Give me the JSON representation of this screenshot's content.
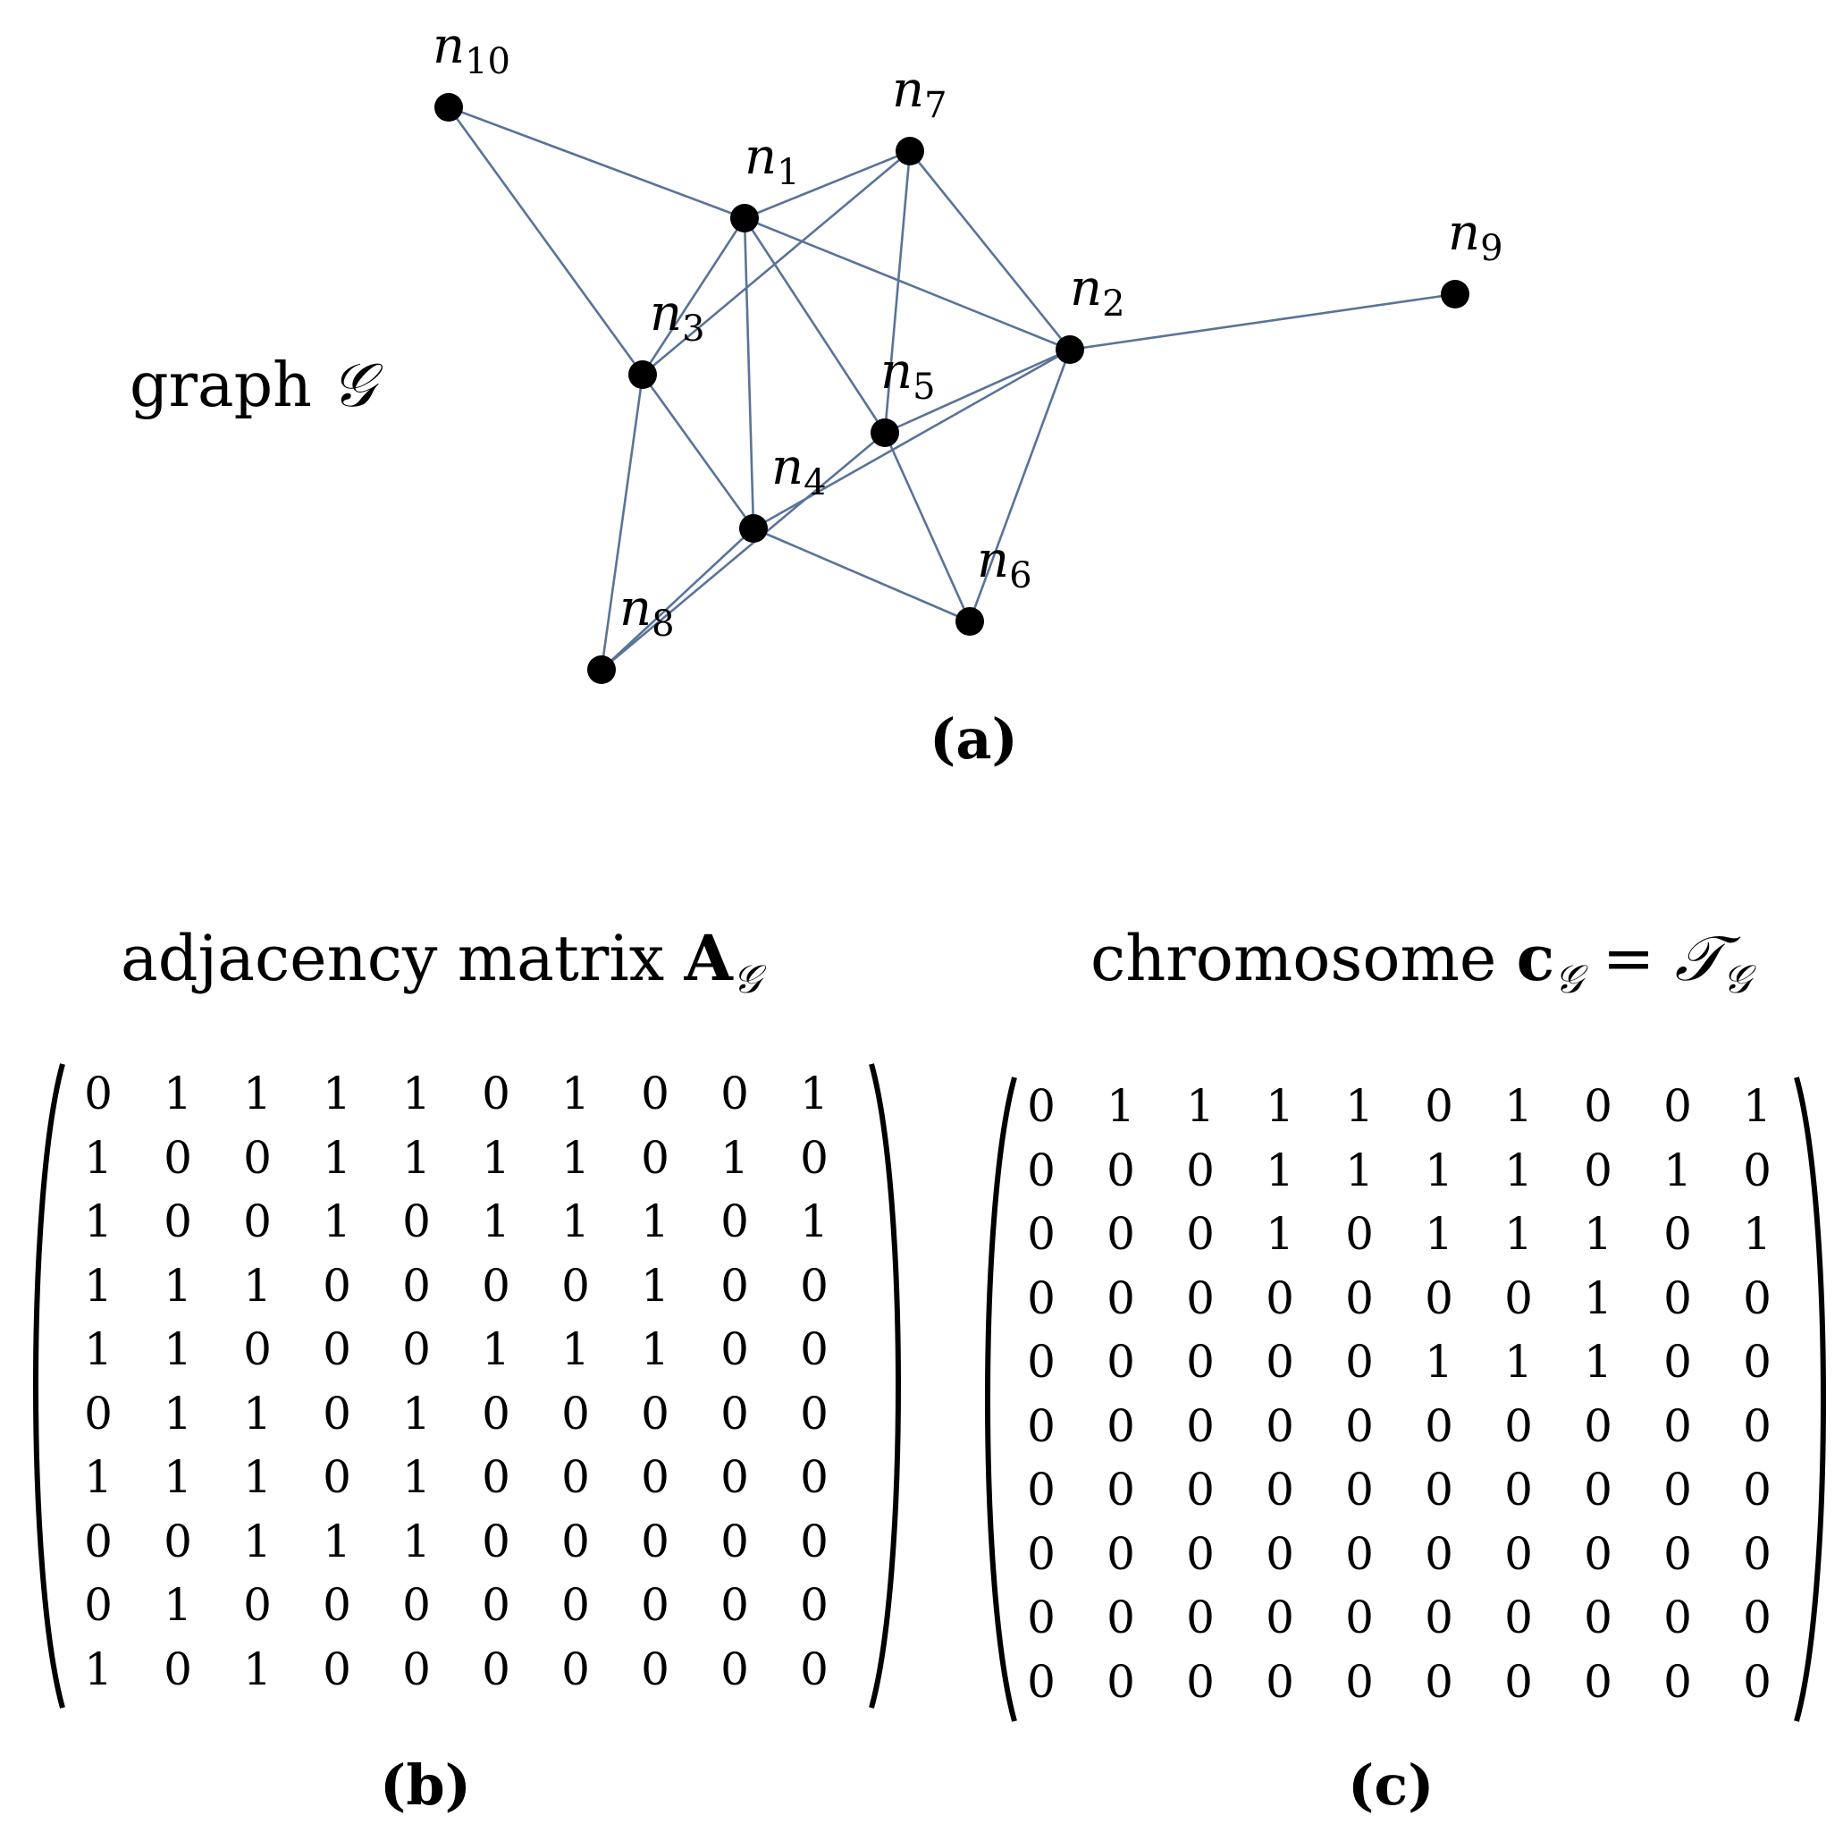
{
  "graph": {
    "caption_text": "graph",
    "caption_symbol": "𝒢",
    "panel_label": "(a)",
    "nodes": [
      {
        "id": "n1",
        "name": "n",
        "sub": "1"
      },
      {
        "id": "n2",
        "name": "n",
        "sub": "2"
      },
      {
        "id": "n3",
        "name": "n",
        "sub": "3"
      },
      {
        "id": "n4",
        "name": "n",
        "sub": "4"
      },
      {
        "id": "n5",
        "name": "n",
        "sub": "5"
      },
      {
        "id": "n6",
        "name": "n",
        "sub": "6"
      },
      {
        "id": "n7",
        "name": "n",
        "sub": "7"
      },
      {
        "id": "n8",
        "name": "n",
        "sub": "8"
      },
      {
        "id": "n9",
        "name": "n",
        "sub": "9"
      },
      {
        "id": "n10",
        "name": "n",
        "sub": "10"
      }
    ],
    "edges": [
      [
        "n1",
        "n2"
      ],
      [
        "n1",
        "n3"
      ],
      [
        "n1",
        "n4"
      ],
      [
        "n1",
        "n5"
      ],
      [
        "n1",
        "n7"
      ],
      [
        "n1",
        "n10"
      ],
      [
        "n2",
        "n4"
      ],
      [
        "n2",
        "n5"
      ],
      [
        "n2",
        "n6"
      ],
      [
        "n2",
        "n7"
      ],
      [
        "n2",
        "n9"
      ],
      [
        "n3",
        "n4"
      ],
      [
        "n3",
        "n7"
      ],
      [
        "n3",
        "n8"
      ],
      [
        "n3",
        "n10"
      ],
      [
        "n4",
        "n6"
      ],
      [
        "n4",
        "n8"
      ],
      [
        "n5",
        "n6"
      ],
      [
        "n5",
        "n7"
      ],
      [
        "n5",
        "n8"
      ]
    ]
  },
  "adjacency": {
    "title_text": "adjacency matrix",
    "title_symbol": "A",
    "title_subscript": "𝒢",
    "panel_label": "(b)",
    "rows": [
      [
        "0",
        "1",
        "1",
        "1",
        "1",
        "0",
        "1",
        "0",
        "0",
        "1"
      ],
      [
        "1",
        "0",
        "0",
        "1",
        "1",
        "1",
        "1",
        "0",
        "1",
        "0"
      ],
      [
        "1",
        "0",
        "0",
        "1",
        "0",
        "1",
        "1",
        "1",
        "0",
        "1"
      ],
      [
        "1",
        "1",
        "1",
        "0",
        "0",
        "0",
        "0",
        "1",
        "0",
        "0"
      ],
      [
        "1",
        "1",
        "0",
        "0",
        "0",
        "1",
        "1",
        "1",
        "0",
        "0"
      ],
      [
        "0",
        "1",
        "1",
        "0",
        "1",
        "0",
        "0",
        "0",
        "0",
        "0"
      ],
      [
        "1",
        "1",
        "1",
        "0",
        "1",
        "0",
        "0",
        "0",
        "0",
        "0"
      ],
      [
        "0",
        "0",
        "1",
        "1",
        "1",
        "0",
        "0",
        "0",
        "0",
        "0"
      ],
      [
        "0",
        "1",
        "0",
        "0",
        "0",
        "0",
        "0",
        "0",
        "0",
        "0"
      ],
      [
        "1",
        "0",
        "1",
        "0",
        "0",
        "0",
        "0",
        "0",
        "0",
        "0"
      ]
    ]
  },
  "chromosome": {
    "title_text": "chromosome",
    "title_symbol": "c",
    "title_subscript": "𝒢",
    "title_equals": "=",
    "title_rhs": "𝒯",
    "title_rhs_subscript": "𝒢",
    "panel_label": "(c)",
    "rows": [
      [
        "0",
        "1",
        "1",
        "1",
        "1",
        "0",
        "1",
        "0",
        "0",
        "1"
      ],
      [
        "0",
        "0",
        "0",
        "1",
        "1",
        "1",
        "1",
        "0",
        "1",
        "0"
      ],
      [
        "0",
        "0",
        "0",
        "1",
        "0",
        "1",
        "1",
        "1",
        "0",
        "1"
      ],
      [
        "0",
        "0",
        "0",
        "0",
        "0",
        "0",
        "0",
        "1",
        "0",
        "0"
      ],
      [
        "0",
        "0",
        "0",
        "0",
        "0",
        "1",
        "1",
        "1",
        "0",
        "0"
      ],
      [
        "0",
        "0",
        "0",
        "0",
        "0",
        "0",
        "0",
        "0",
        "0",
        "0"
      ],
      [
        "0",
        "0",
        "0",
        "0",
        "0",
        "0",
        "0",
        "0",
        "0",
        "0"
      ],
      [
        "0",
        "0",
        "0",
        "0",
        "0",
        "0",
        "0",
        "0",
        "0",
        "0"
      ],
      [
        "0",
        "0",
        "0",
        "0",
        "0",
        "0",
        "0",
        "0",
        "0",
        "0"
      ],
      [
        "0",
        "0",
        "0",
        "0",
        "0",
        "0",
        "0",
        "0",
        "0",
        "0"
      ]
    ]
  }
}
